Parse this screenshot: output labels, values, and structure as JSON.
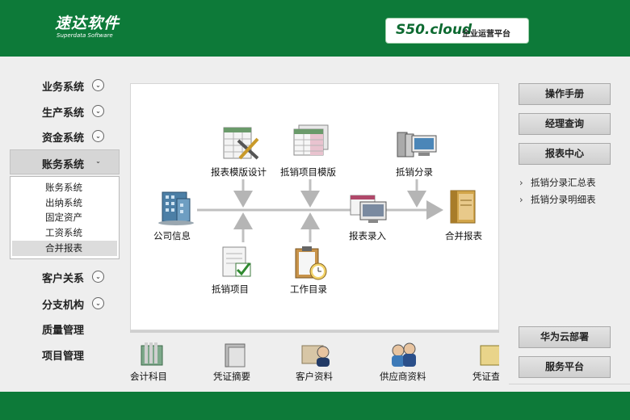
{
  "header": {
    "logo_cn": "速达软件",
    "logo_en": "Superdata Software",
    "product_main": "S50.cloud",
    "product_sub": "企业运营平台"
  },
  "menu": {
    "items": [
      {
        "label": "业务系统",
        "expand": "⌄"
      },
      {
        "label": "生产系统",
        "expand": "⌄"
      },
      {
        "label": "资金系统",
        "expand": "⌄"
      },
      {
        "label": "账务系统",
        "expand": "⌄"
      },
      {
        "label": "客户关系",
        "expand": "⌄"
      },
      {
        "label": "分支机构",
        "expand": "⌄"
      },
      {
        "label": "质量管理"
      },
      {
        "label": "项目管理"
      }
    ],
    "submenu": [
      "账务系统",
      "出纳系统",
      "固定资产",
      "工资系统",
      "合并报表"
    ]
  },
  "flow": {
    "company_info": "公司信息",
    "template_design": "报表模版设计",
    "offset_template": "抵销项目模版",
    "offset_entry": "抵销分录",
    "report_entry": "报表录入",
    "merged_report": "合并报表",
    "offset_item": "抵销项目",
    "work_catalog": "工作目录"
  },
  "shortcuts": [
    "会计科目",
    "凭证摘要",
    "客户资料",
    "供应商资料",
    "凭证查"
  ],
  "right": {
    "manual": "操作手册",
    "manager_query": "经理查询",
    "report_center": "报表中心",
    "links": [
      "抵销分录汇总表",
      "抵销分录明细表"
    ],
    "huawei": "华为云部署",
    "service": "服务平台"
  },
  "colors": {
    "brand_green": "#0d7a39"
  }
}
